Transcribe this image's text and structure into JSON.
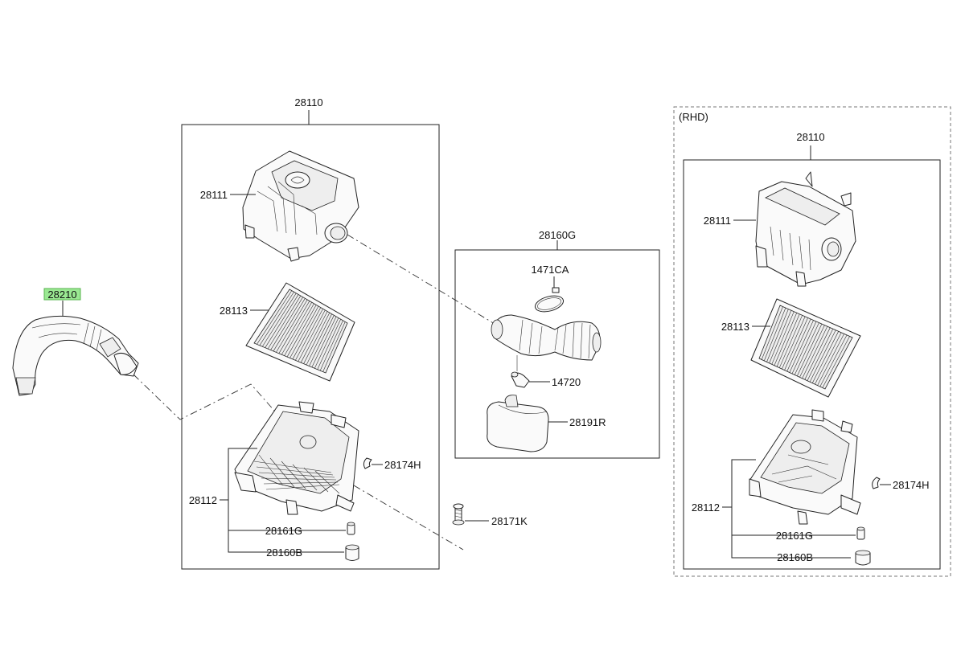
{
  "left_assembly": {
    "title": "28110",
    "parts": {
      "cover": "28111",
      "filter": "28113",
      "body": "28112",
      "clip": "28174H",
      "grommet": "28161G",
      "insulator": "28160B"
    }
  },
  "hose_group": {
    "title": "28160G",
    "parts": {
      "clamp": "1471CA",
      "connector": "14720",
      "resonator": "28191R"
    }
  },
  "duct": {
    "label": "28210",
    "highlight_color": "#9ae892"
  },
  "bolt": {
    "label": "28171K"
  },
  "rhd_assembly": {
    "variant": "(RHD)",
    "title": "28110",
    "parts": {
      "cover": "28111",
      "filter": "28113",
      "body": "28112",
      "clip": "28174H",
      "grommet": "28161G",
      "insulator": "28160B"
    }
  }
}
